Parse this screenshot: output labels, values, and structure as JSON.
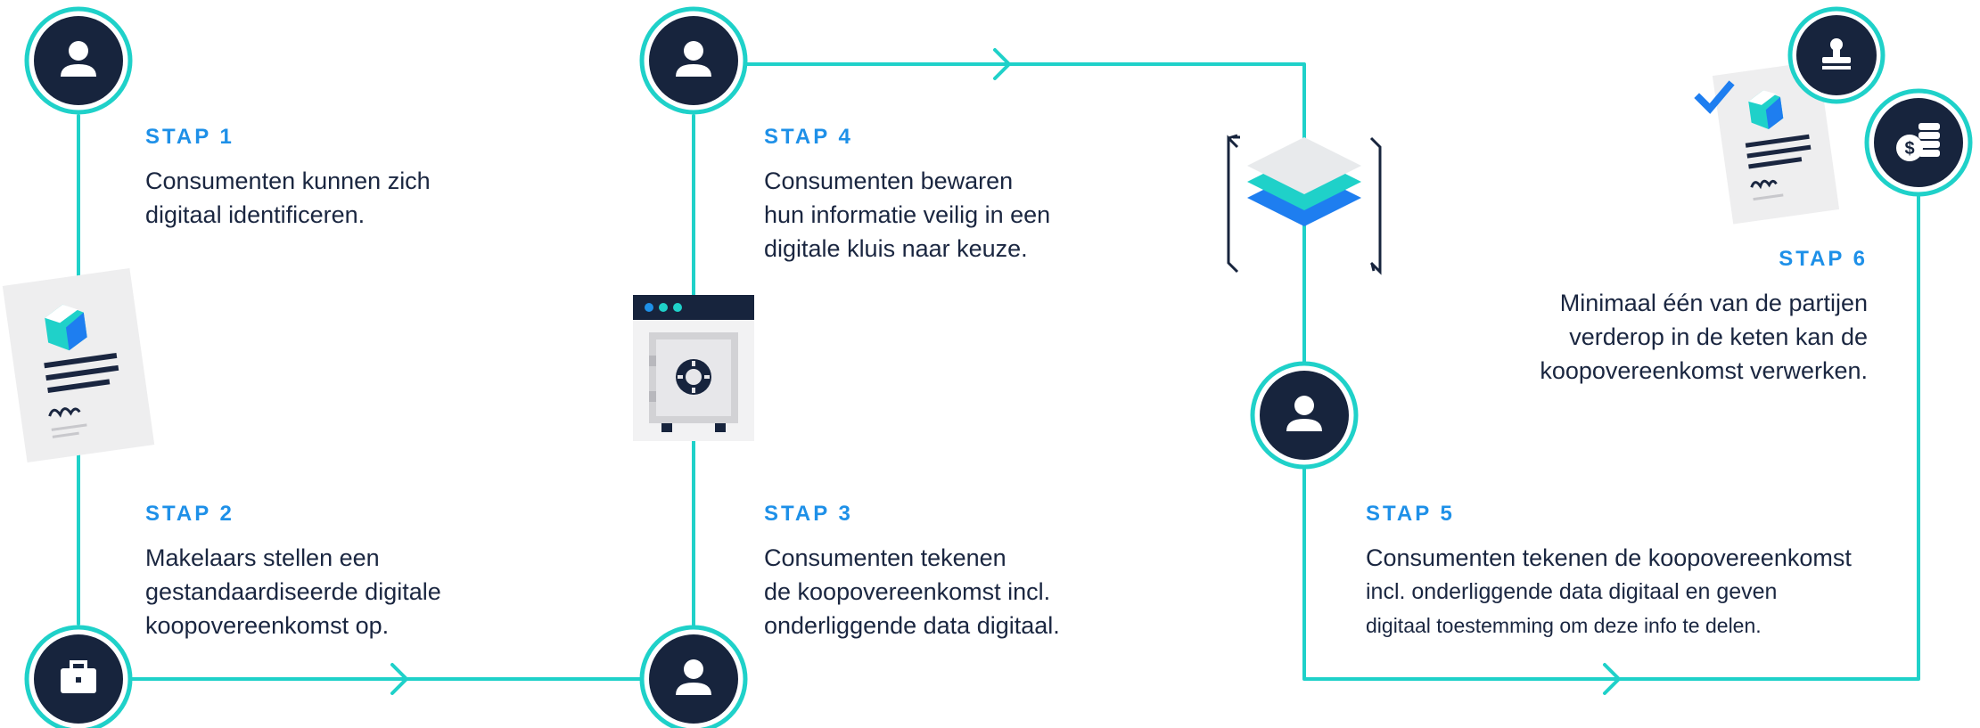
{
  "colors": {
    "line": "#1fd1c9",
    "node_fill": "#17243d",
    "node_ring": "#1fd1c9",
    "title": "#1e90e8",
    "text": "#1a2640",
    "paper": "#eeeeef",
    "teal": "#1fd1c9",
    "blue": "#1e7ef0"
  },
  "steps": [
    {
      "title": "STAP 1",
      "lines": [
        "Consumenten kunnen zich",
        "digitaal identificeren."
      ]
    },
    {
      "title": "STAP 2",
      "lines": [
        "Makelaars stellen een",
        "gestandaardiseerde digitale",
        "koopovereenkomst op."
      ]
    },
    {
      "title": "STAP 3",
      "lines": [
        "Consumenten tekenen",
        "de koopovereenkomst incl.",
        "onderliggende data digitaal."
      ]
    },
    {
      "title": "STAP 4",
      "lines": [
        "Consumenten bewaren",
        "hun informatie veilig in een",
        "digitale kluis naar keuze."
      ]
    },
    {
      "title": "STAP 5",
      "lines": [
        "Consumenten tekenen de koopovereenkomst",
        "incl. onderliggende data digitaal en geven",
        "digitaal toestemming om deze info te delen."
      ]
    },
    {
      "title": "STAP 6",
      "lines": [
        "Minimaal één van de partijen",
        "verderop in de keten kan de",
        "koopovereenkomst verwerken."
      ]
    }
  ],
  "icons": {
    "node_1": "person-icon",
    "node_2": "briefcase-icon",
    "node_3": "person-icon",
    "node_4": "person-icon",
    "node_5": "person-icon",
    "node_6a": "stamp-icon",
    "node_6b": "coins-icon",
    "document_left": "signed-document-icon",
    "document_right": "approved-document-icon",
    "safe": "digital-safe-icon",
    "layers": "data-layers-sync-icon"
  }
}
